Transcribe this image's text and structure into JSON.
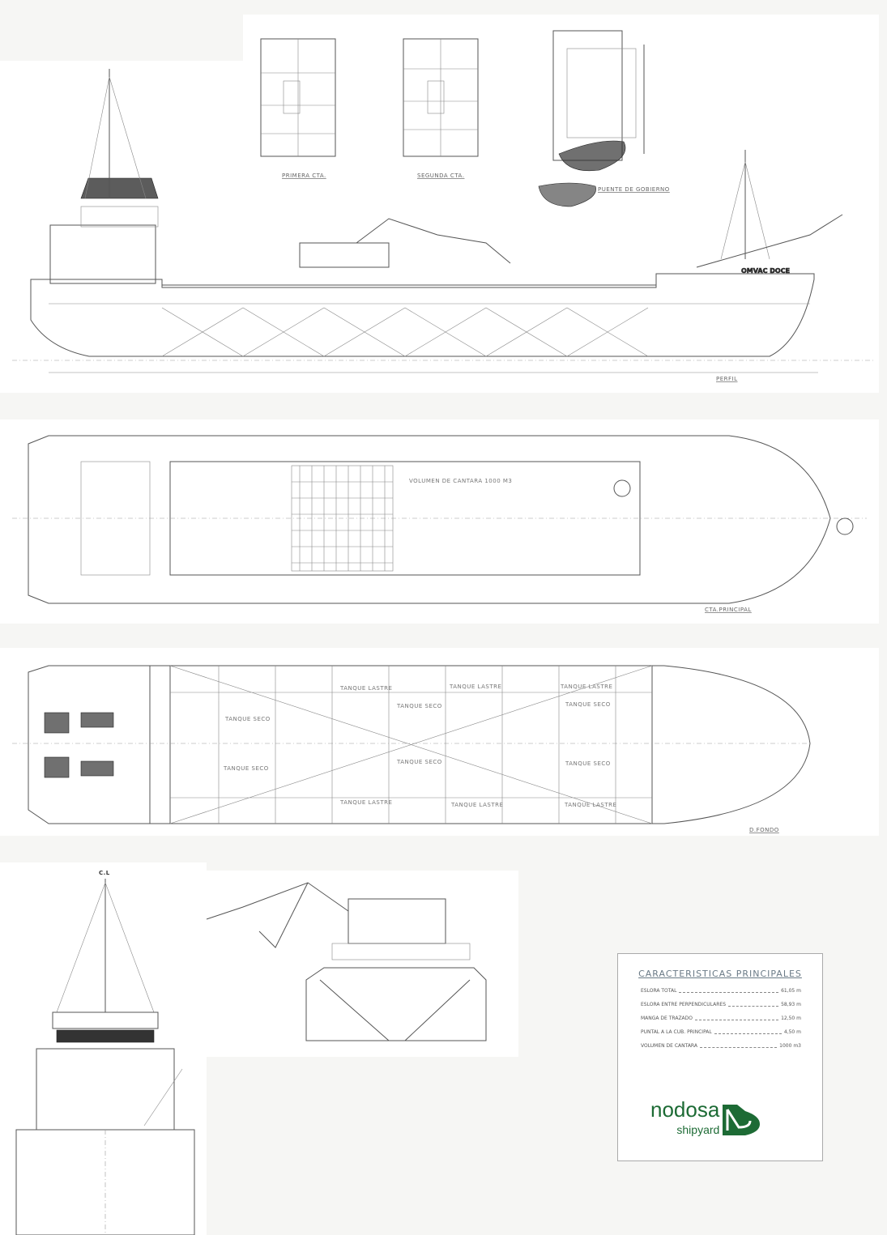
{
  "drawing": {
    "plan_labels": {
      "primera": "PRIMERA CTA.",
      "segunda": "SEGUNDA CTA.",
      "puente": "PUENTE DE GOBIERNO",
      "perfil": "PERFIL",
      "cta_principal": "CTA.PRINCIPAL",
      "d_fondo": "D.FONDO",
      "cl": "C.L"
    },
    "ship_name": "OMVAC DOCE",
    "hold_volume_note": "VOLUMEN DE CANTARA  1000 M3",
    "tanks": {
      "lastre": "TANQUE LASTRE",
      "seco": "TANQUE SECO"
    }
  },
  "characteristics": {
    "title": "CARACTERISTICAS PRINCIPALES",
    "rows": [
      {
        "label": "ESLORA TOTAL",
        "value": "61,05  m"
      },
      {
        "label": "ESLORA ENTRE PERPENDICULARES",
        "value": "58,93  m"
      },
      {
        "label": "MANGA DE TRAZADO",
        "value": "12,50  m"
      },
      {
        "label": "PUNTAL A LA CUB. PRINCIPAL",
        "value": "4,50  m"
      },
      {
        "label": "VOLUMEN DE CANTARA",
        "value": "1000  m3"
      }
    ]
  },
  "logo": {
    "name": "nodosa",
    "sub": "shipyard"
  }
}
